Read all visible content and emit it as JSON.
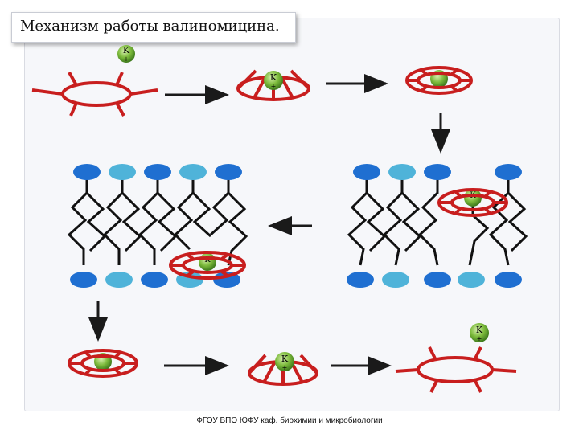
{
  "title": "Механизм работы валиномицина.",
  "ion_label": "K",
  "ion_charge": "+",
  "footer": "ФГОУ ВПО ЮФУ каф. биохимии и микробиологии",
  "colors": {
    "ring": "#c81e1e",
    "ion": "#6aa632",
    "head_dark": "#1f6fd1",
    "head_light": "#4fb3d9",
    "tail": "#111111",
    "arrow": "#1a1a1a"
  }
}
